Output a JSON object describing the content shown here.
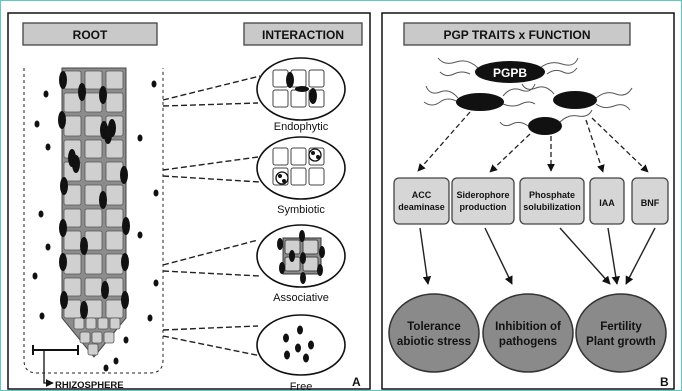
{
  "colors": {
    "header_fill": "#c9c9c9",
    "cell_fill": "#d0d0d0",
    "root_body": "#8c8c8c",
    "bacteria": "#111111",
    "outcome_fill": "#8a8a8a",
    "trait_fill": "#d6d6d6",
    "frame_teal": "#5fc9c0"
  },
  "panel_a": {
    "root_header": "ROOT",
    "interaction_header": "INTERACTION",
    "interactions": [
      "Endophytic",
      "Symbiotic",
      "Associative",
      "Free"
    ],
    "rhizosphere_label": "RHIZOSPHERE",
    "panel_letter": "A"
  },
  "panel_b": {
    "header": "PGP TRAITS x FUNCTION",
    "pgpb_label": "PGPB",
    "traits": [
      [
        "ACC",
        "deaminase"
      ],
      [
        "Siderophore",
        "production"
      ],
      [
        "Phosphate",
        "solubilization"
      ],
      [
        "IAA"
      ],
      [
        "BNF"
      ]
    ],
    "outcomes": [
      [
        "Tolerance",
        "abiotic stress"
      ],
      [
        "Inhibition of",
        "pathogens"
      ],
      [
        "Fertility",
        "Plant growth"
      ]
    ],
    "panel_letter": "B"
  }
}
